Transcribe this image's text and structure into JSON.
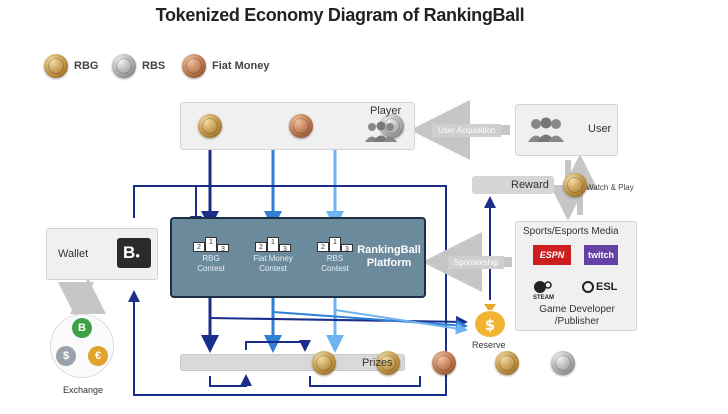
{
  "title": "Tokenized Economy Diagram of RankingBall",
  "legend": [
    {
      "coin": "rbg",
      "label": "RBG"
    },
    {
      "coin": "rbs",
      "label": "RBS"
    },
    {
      "coin": "fiat",
      "label": "Fiat Money"
    }
  ],
  "nodes": {
    "player": "Player",
    "user": "User",
    "wallet": "Wallet",
    "reward": "Reward",
    "platform": "RankingBall\nPlatform",
    "media": "Sports/Esports Media",
    "publisher": "Game Developer\n/Publisher",
    "reserve": "Reserve",
    "prizes": "Prizes",
    "exchange": "Exchange"
  },
  "contests": [
    {
      "label": "RBG\nContest",
      "icon": "rbg-trophy-icon"
    },
    {
      "label": "Fiat Money\nContest",
      "icon": "fiat-trophy-icon"
    },
    {
      "label": "RBS\nContest",
      "icon": "rbs-trophy-icon"
    }
  ],
  "edges": {
    "user_acquisition": "User Acquisition",
    "watch_play": "Watch & Play",
    "sponsorship": "Sponsorship"
  },
  "brands": {
    "espn": "ESPN",
    "twitch": "twitch",
    "steam": "STEAM",
    "esl": "ESL"
  },
  "colors": {
    "dark_arrow": "#1b2f8a",
    "mid_arrow": "#2f7fd6",
    "light_arrow": "#6fb3f0",
    "gray_arrow": "#c6c6c6",
    "platform_fill": "#6b8a9c",
    "platform_border": "#1c2f45"
  }
}
